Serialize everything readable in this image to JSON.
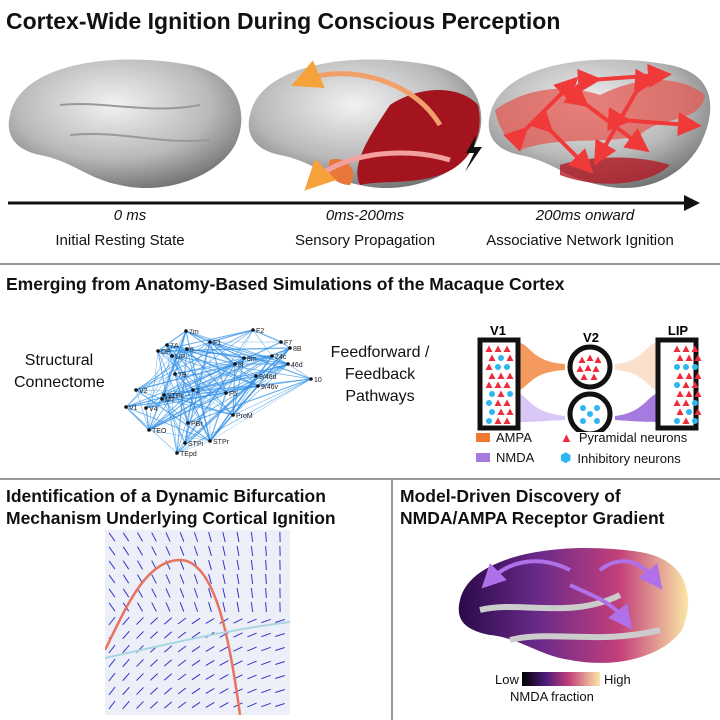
{
  "title": "Cortex-Wide Ignition During Conscious Perception",
  "timeline": [
    {
      "time": "0 ms",
      "stage": "Initial Resting State"
    },
    {
      "time": "0ms-200ms",
      "stage": "Sensory Propagation"
    },
    {
      "time": "200ms onward",
      "stage": "Associative Network Ignition"
    }
  ],
  "section2": {
    "title": "Emerging from Anatomy-Based Simulations of the Macaque Cortex",
    "connectome_label_1": "Structural",
    "connectome_label_2": "Connectome",
    "pathways_label_1": "Feedforward /",
    "pathways_label_2": "Feedback",
    "pathways_label_3": "Pathways",
    "areas": [
      "7m",
      "F2",
      "7A",
      "F1",
      "F7",
      "8B",
      "DP",
      "5",
      "LIP",
      "8m",
      "24c",
      "46d",
      "8l",
      "7B",
      "9/46d",
      "10",
      "9/46v",
      "V2",
      "STPc",
      "F5",
      "MT",
      "2",
      "V1",
      "V4",
      "ProM",
      "PBr",
      "TEO",
      "STPi",
      "STPr",
      "TEpd"
    ],
    "diagram": {
      "v1": "V1",
      "v2": "V2",
      "lip": "LIP",
      "legend": {
        "ampa": "AMPA",
        "nmda": "NMDA",
        "pyramidal": "Pyramidal neurons",
        "inhibitory": "Inhibitory neurons"
      },
      "colors": {
        "ampa": "#f07830",
        "nmda": "#a57be0",
        "pyramidal": "#ee2b3a",
        "inhibitory": "#2eb6f0"
      }
    }
  },
  "section3": {
    "title_1": "Identification of a Dynamic Bifurcation",
    "title_2": "Mechanism Underlying Cortical Ignition"
  },
  "section4": {
    "title_1": "Model-Driven Discovery of",
    "title_2": "NMDA/AMPA Receptor Gradient",
    "colorbar_low": "Low",
    "colorbar_high": "High",
    "colorbar_label": "NMDA fraction"
  }
}
